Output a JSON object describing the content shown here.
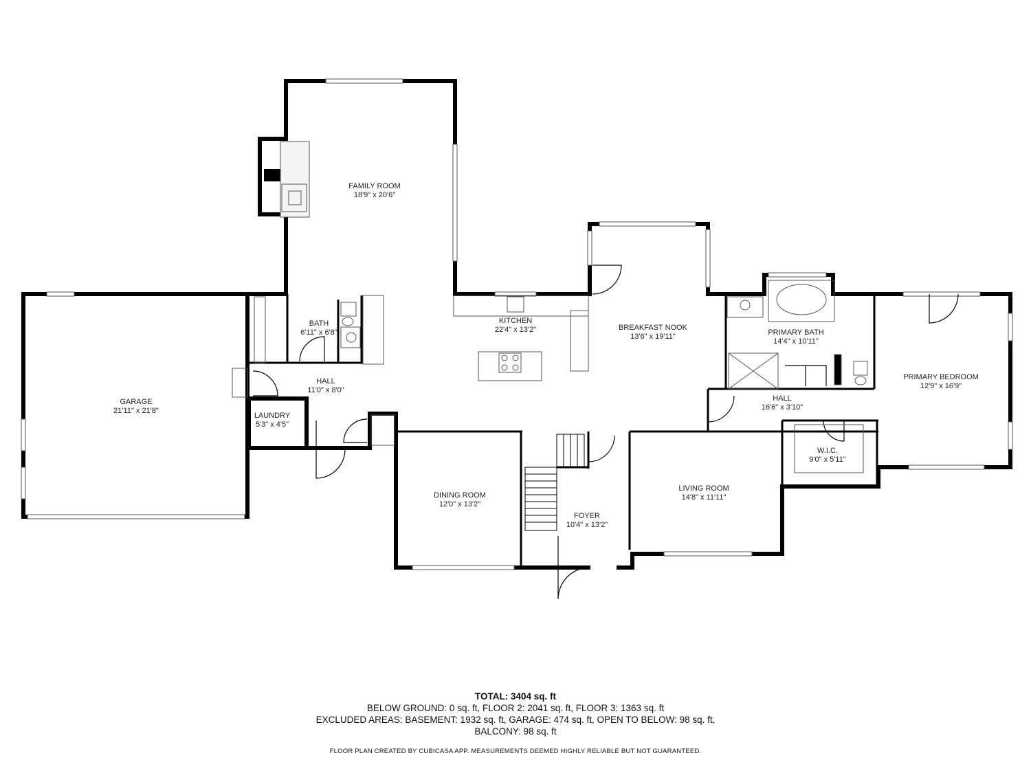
{
  "rooms": {
    "family_room": {
      "name": "FAMILY ROOM",
      "dims": "18'9\" x 20'6\""
    },
    "garage": {
      "name": "GARAGE",
      "dims": "21'11\" x 21'8\""
    },
    "bath": {
      "name": "BATH",
      "dims": "6'11\" x 6'8\""
    },
    "kitchen": {
      "name": "KITCHEN",
      "dims": "22'4\" x 13'2\""
    },
    "breakfast_nook": {
      "name": "BREAKFAST NOOK",
      "dims": "13'6\" x 19'11\""
    },
    "primary_bath": {
      "name": "PRIMARY BATH",
      "dims": "14'4\" x 10'11\""
    },
    "primary_bedroom": {
      "name": "PRIMARY BEDROOM",
      "dims": "12'9\" x 16'9\""
    },
    "hall_main": {
      "name": "HALL",
      "dims": "11'0\" x 8'0\""
    },
    "laundry": {
      "name": "LAUNDRY",
      "dims": "5'3\" x 4'5\""
    },
    "hall_east": {
      "name": "HALL",
      "dims": "16'6\" x 3'10\""
    },
    "wic": {
      "name": "W.I.C.",
      "dims": "9'0\" x 5'11\""
    },
    "dining_room": {
      "name": "DINING ROOM",
      "dims": "12'0\" x 13'2\""
    },
    "foyer": {
      "name": "FOYER",
      "dims": "10'4\" x 13'2\""
    },
    "living_room": {
      "name": "LIVING ROOM",
      "dims": "14'8\" x 11'11\""
    }
  },
  "summary": {
    "total": "TOTAL: 3404 sq. ft",
    "line1": "BELOW GROUND: 0 sq. ft, FLOOR 2: 2041 sq. ft, FLOOR 3: 1363 sq. ft",
    "line2": "EXCLUDED AREAS: BASEMENT: 1932 sq. ft, GARAGE: 474 sq. ft, OPEN TO BELOW: 98 sq. ft,",
    "line3": "BALCONY: 98 sq. ft",
    "credit": "FLOOR PLAN CREATED BY CUBICASA APP. MEASUREMENTS DEEMED HIGHLY RELIABLE BUT NOT GUARANTEED."
  }
}
